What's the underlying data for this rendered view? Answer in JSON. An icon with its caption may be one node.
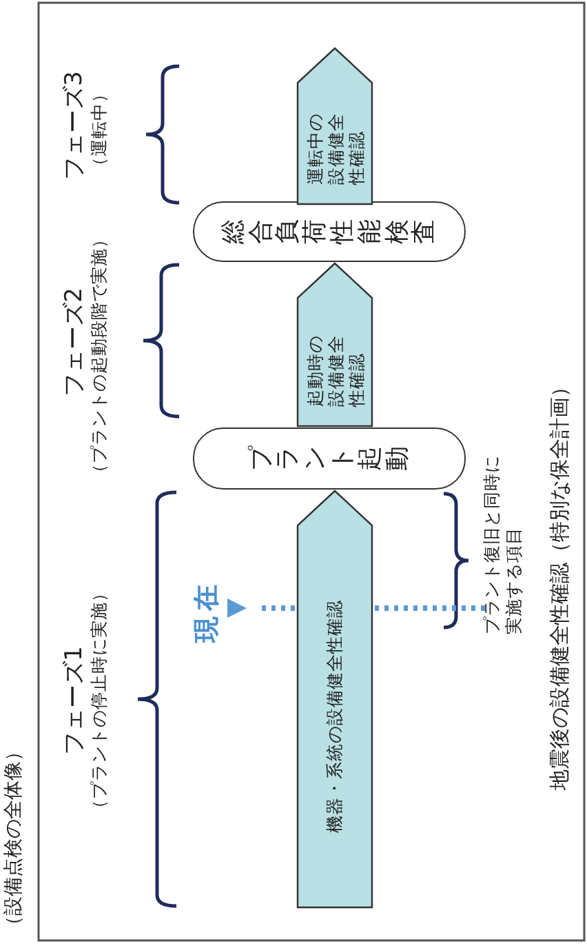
{
  "diagram": {
    "title": "（設備点検の全体像）",
    "nodes": [
      {
        "text": [
          "機器・系統の設備健全性確認"
        ]
      },
      {
        "text": [
          "プラント起動"
        ]
      },
      {
        "text": [
          "起動時の設備健全性確認"
        ]
      },
      {
        "text": [
          "総合負荷性能検査"
        ]
      },
      {
        "text": [
          "運転中の設備健全性確認"
        ]
      }
    ],
    "edges": [],
    "labels": [
      "フェーズ1",
      "（プラントの停止時に実施）",
      "フェーズ2",
      "（プラントの起動段階で実施）",
      "フェーズ3",
      "（運転中）",
      "現在",
      "プラント復旧と同時に実施する項目",
      "地震後の設備健全性確認（特別な保全計画）"
    ]
  }
}
